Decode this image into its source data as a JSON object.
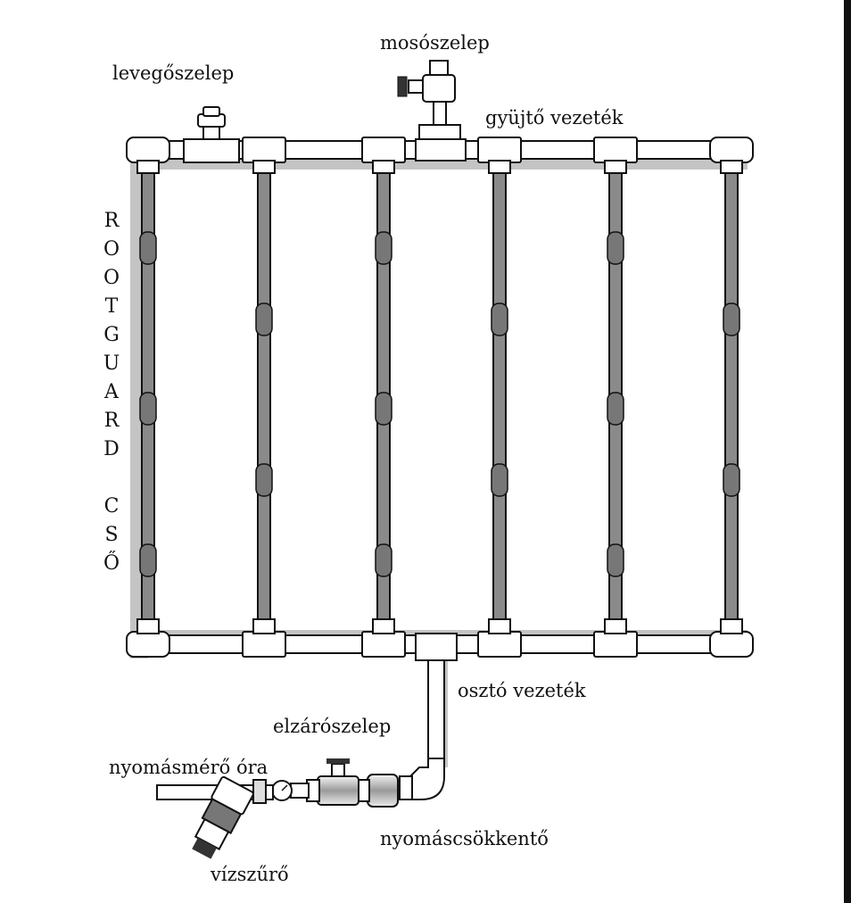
{
  "labels": {
    "air_valve": "levegőszelep",
    "flush_valve": "mosószelep",
    "collector": "gyüjtő vezeték",
    "distributor": "osztó vezeték",
    "shutoff_valve": "elzárószelep",
    "pressure_gauge": "nyomásmérő óra",
    "pressure_reducer": "nyomáscsökkentő",
    "filter": "vízszűrő"
  },
  "pipe_label_letters": [
    "R",
    "O",
    "O",
    "T",
    "G",
    "U",
    "A",
    "R",
    "D",
    "",
    "C",
    "S",
    "Ő"
  ],
  "colors": {
    "pipe_fill": "#ffffff",
    "pipe_stroke": "#111111",
    "shadow": "#bdbdbd",
    "dripline": "#8a8a8a"
  }
}
